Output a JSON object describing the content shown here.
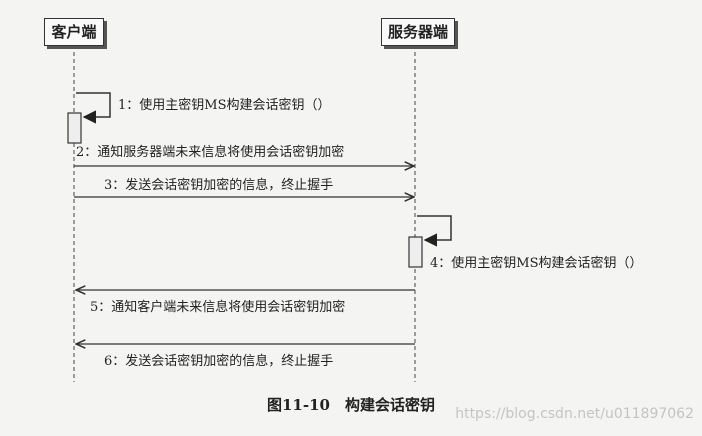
{
  "participants": {
    "client": "客户端",
    "server": "服务器端"
  },
  "messages": [
    "1：使用主密钥MS构建会话密钥（）",
    "2：通知服务器端未来信息将使用会话密钥加密",
    "3：发送会话密钥加密的信息，终止握手",
    "4：使用主密钥MS构建会话密钥（）",
    "5：通知客户端未来信息将使用会话密钥加密",
    "6：发送会话密钥加密的信息，终止握手"
  ],
  "caption": "图11-10　构建会话密钥",
  "watermark": "https://blog.csdn.net/u011897062",
  "colors": {
    "line": "#333333",
    "background": "#f4f4f2"
  }
}
